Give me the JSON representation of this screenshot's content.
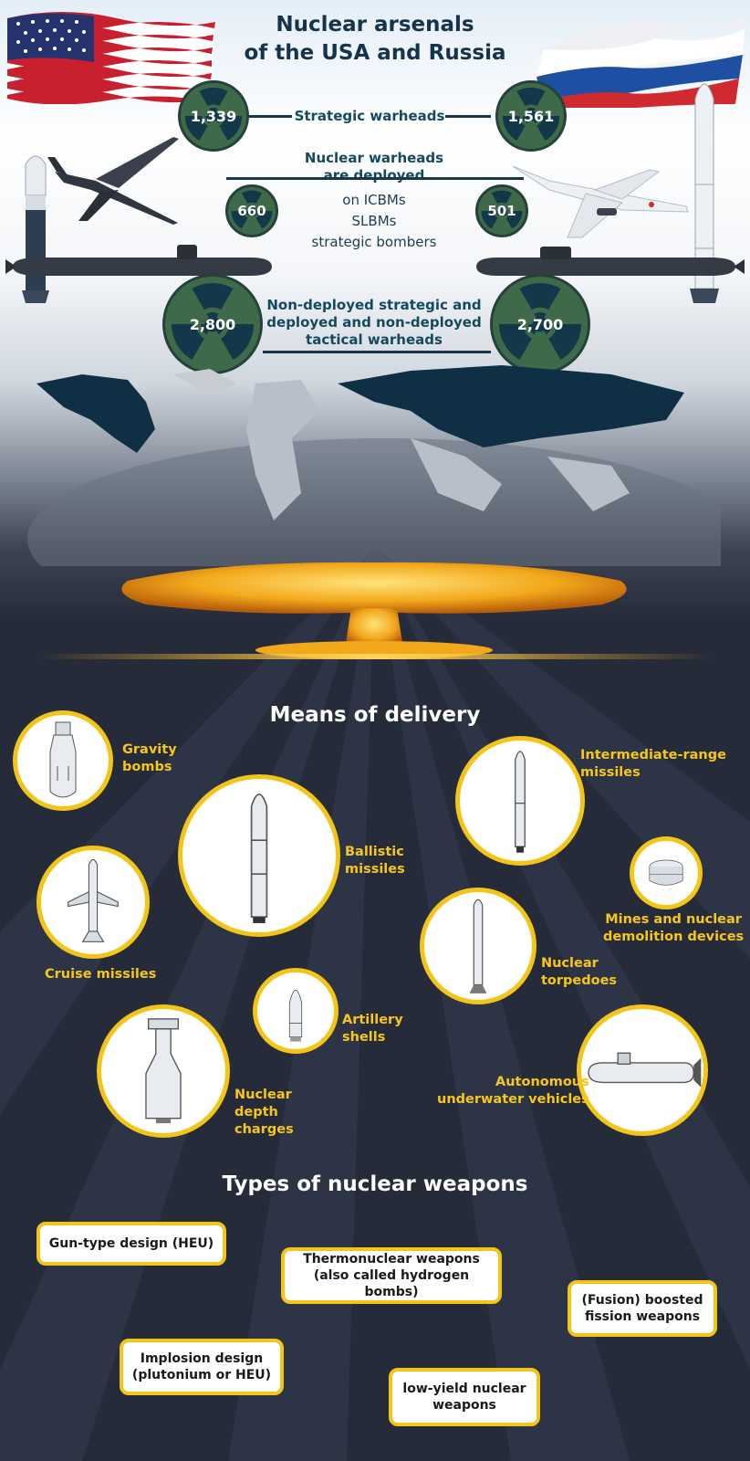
{
  "header": {
    "title_line1": "Nuclear arsenals",
    "title_line2": "of the USA and Russia"
  },
  "arsenal": {
    "strategic": {
      "label": "Strategic warheads",
      "usa": "1,339",
      "russia": "1,561"
    },
    "deployed": {
      "label_line1": "Nuclear warheads",
      "label_line2": "are deployed",
      "usa": "660",
      "russia": "501",
      "items": [
        "on ICBMs",
        "SLBMs",
        "strategic bombers"
      ]
    },
    "non_deployed": {
      "label_line1": "Non-deployed strategic and",
      "label_line2": "deployed and non-deployed",
      "label_line3": "tactical warheads",
      "usa": "2,800",
      "russia": "2,700"
    }
  },
  "delivery": {
    "heading": "Means of delivery",
    "gravity_bombs": {
      "line1": "Gravity",
      "line2": "bombs"
    },
    "ballistic_missiles": {
      "line1": "Ballistic",
      "line2": "missiles"
    },
    "cruise_missiles": {
      "line1": "Cruise missiles"
    },
    "artillery_shells": {
      "line1": "Artillery",
      "line2": "shells"
    },
    "depth_charges": {
      "line1": "Nuclear",
      "line2": "depth",
      "line3": "charges"
    },
    "intermediate_range": {
      "line1": "Intermediate-range",
      "line2": "missiles"
    },
    "mines": {
      "line1": "Mines and nuclear",
      "line2": "demolition devices"
    },
    "torpedoes": {
      "line1": "Nuclear",
      "line2": "torpedoes"
    },
    "underwater_vehicles": {
      "line1": "Autonomous",
      "line2": "underwater vehicles"
    }
  },
  "types": {
    "heading": "Types of nuclear weapons",
    "gun_type": {
      "line1": "Gun-type design (HEU)"
    },
    "thermonuclear": {
      "line1": "Thermonuclear weapons",
      "line2": "(also called hydrogen bombs)"
    },
    "boosted": {
      "line1": "(Fusion) boosted",
      "line2": "fission weapons"
    },
    "implosion": {
      "line1": "Implosion design",
      "line2": "(plutonium or HEU)"
    },
    "low_yield": {
      "line1": "low-yield nuclear",
      "line2": "weapons"
    }
  },
  "colors": {
    "accent_yellow": "#f2c518",
    "label_yellow": "#f6c619",
    "dark_background": "#262b39",
    "title_navy": "#15334a",
    "radiation_green": "#3f6a4a"
  }
}
